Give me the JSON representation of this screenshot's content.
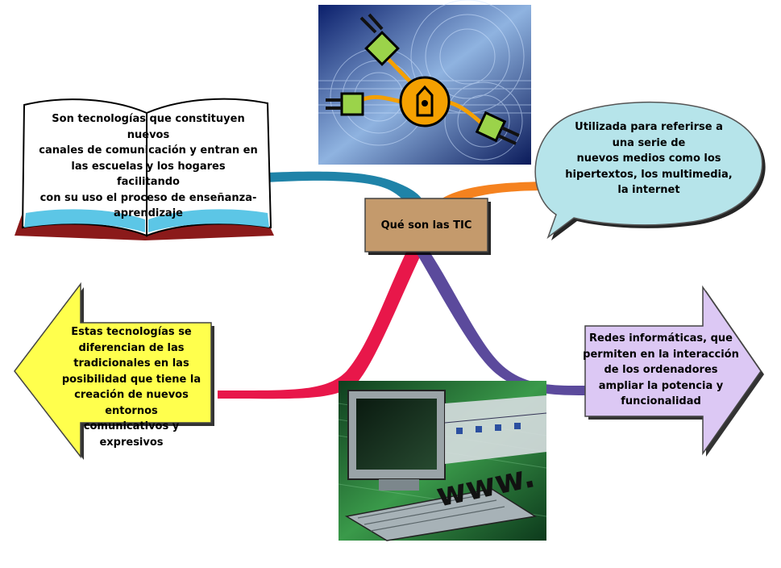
{
  "central_topic": "Qué son las TIC",
  "nodes": {
    "book": {
      "lines": [
        "Son tecnologías que constituyen nuevos",
        "canales de comunicación y entran en",
        "las escuelas y los hogares facilitando",
        "con su uso el proceso de enseñanza-",
        "aprendizaje"
      ]
    },
    "bubble": {
      "lines": [
        "Utilizada para referirse a",
        "una serie de",
        "nuevos medios como los",
        "hipertextos, los multimedia,",
        "la internet"
      ]
    },
    "left_arrow": {
      "lines": [
        "Estas tecnologías se",
        "diferencian de las",
        "tradicionales en las",
        "posibilidad que tiene la",
        "creación de nuevos entornos",
        "comunicativos y expresivos"
      ]
    },
    "right_arrow": {
      "lines": [
        "Redes informáticas, que",
        "permiten en la interacción",
        "de los ordenadores",
        "ampliar la potencia y",
        "funcionalidad"
      ]
    }
  },
  "images": {
    "network_plugs": {
      "icon": "network-plugs-icon"
    },
    "computer_www": {
      "text": "www."
    }
  },
  "colors": {
    "center_fill": "#c49a6c",
    "bubble_fill": "#b6e4ea",
    "left_arrow_fill": "#ffff4d",
    "right_arrow_fill": "#dcc8f4",
    "connector_book": "#1f83a8",
    "connector_bubble": "#f5821f",
    "connector_left": "#e8174a",
    "connector_right": "#5b4a9c"
  }
}
